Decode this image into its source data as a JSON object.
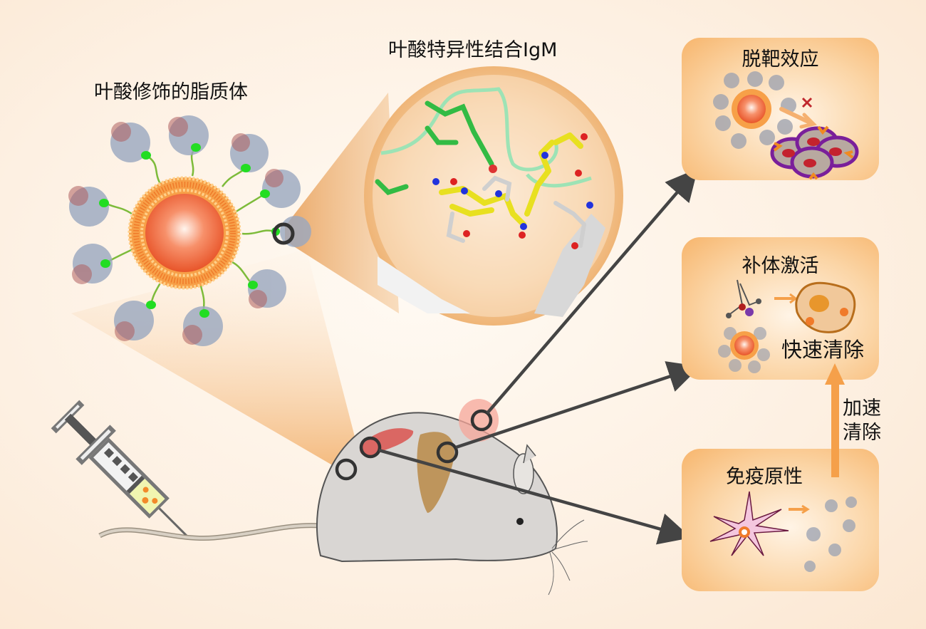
{
  "left_title": "叶酸修饰的脂质体",
  "center_title": "叶酸特异性结合IgM",
  "panels": [
    {
      "id": "off-target",
      "title": "脱靶效应"
    },
    {
      "id": "complement",
      "title": "补体激活",
      "subtitle": "快速清除"
    },
    {
      "id": "immunogenicity",
      "title": "免疫原性"
    }
  ],
  "accelerate_label_line1": "加速",
  "accelerate_label_line2": "清除",
  "colors": {
    "accent_orange": "#f5a04a",
    "liposome_core": "#f26a3a",
    "connector": "#444444",
    "folate_green": "#22dd22",
    "tumor_red": "#d9534f"
  }
}
